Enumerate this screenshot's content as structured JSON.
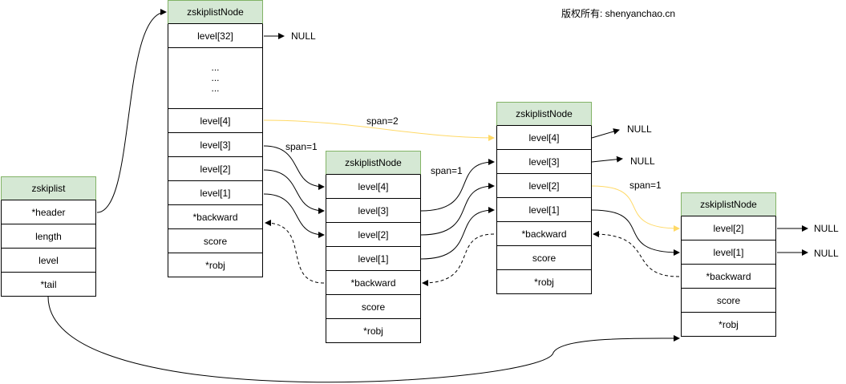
{
  "watermark": "版权所有: shenyanchao.cn",
  "zskiplist": {
    "title": "zskiplist",
    "fields": [
      "*header",
      "length",
      "level",
      "*tail"
    ]
  },
  "node_header": {
    "title": "zskiplistNode",
    "top": "level[32]",
    "dots": [
      "...",
      "...",
      "..."
    ],
    "fields": [
      "level[4]",
      "level[3]",
      "level[2]",
      "level[1]",
      "*backward",
      "score",
      "*robj"
    ]
  },
  "node1": {
    "title": "zskiplistNode",
    "fields": [
      "level[4]",
      "level[3]",
      "level[2]",
      "level[1]",
      "*backward",
      "score",
      "*robj"
    ]
  },
  "node2": {
    "title": "zskiplistNode",
    "fields": [
      "level[4]",
      "level[3]",
      "level[2]",
      "level[1]",
      "*backward",
      "score",
      "*robj"
    ]
  },
  "node3": {
    "title": "zskiplistNode",
    "fields": [
      "level[2]",
      "level[1]",
      "*backward",
      "score",
      "*robj"
    ]
  },
  "labels": {
    "null": "NULL",
    "span2": "span=2",
    "span1": "span=1"
  },
  "colors": {
    "header_fill": "#d5e8d4",
    "header_border": "#82b366",
    "span2_edge": "#ffd966",
    "span1_edge": "#ffd966"
  }
}
